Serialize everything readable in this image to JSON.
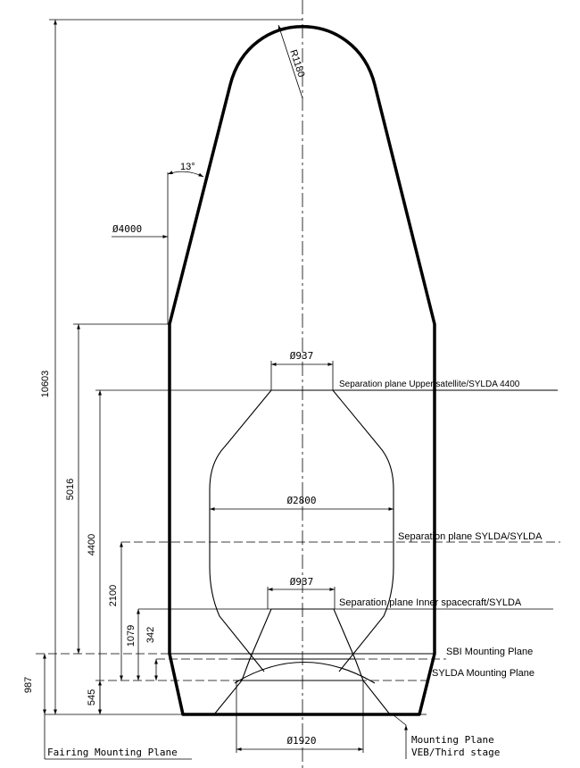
{
  "dimensions": {
    "radius_nose": "R1180",
    "cone_angle": "13°",
    "dia_fairing": "Ø4000",
    "height_total": "10603",
    "height_5016": "5016",
    "height_4400": "4400",
    "height_2100": "2100",
    "height_1079": "1079",
    "height_342": "342",
    "height_987": "987",
    "height_545": "545",
    "dia_top_cone": "Ø937",
    "dia_sylda": "Ø2800",
    "dia_inner_cone": "Ø937",
    "dia_base": "Ø1920"
  },
  "planes": {
    "upper": "Separation plane Upper satellite/SYLDA 4400",
    "sylda_sylda": "Separation plane SYLDA/SYLDA",
    "inner": "Separation plane Inner spacecraft/SYLDA",
    "sbi": "SBI Mounting Plane",
    "sylda_mount": "SYLDA Mounting Plane",
    "fairing_mount": "Fairing Mounting Plane",
    "veb_line1": "Mounting Plane",
    "veb_line2": "VEB/Third stage"
  }
}
